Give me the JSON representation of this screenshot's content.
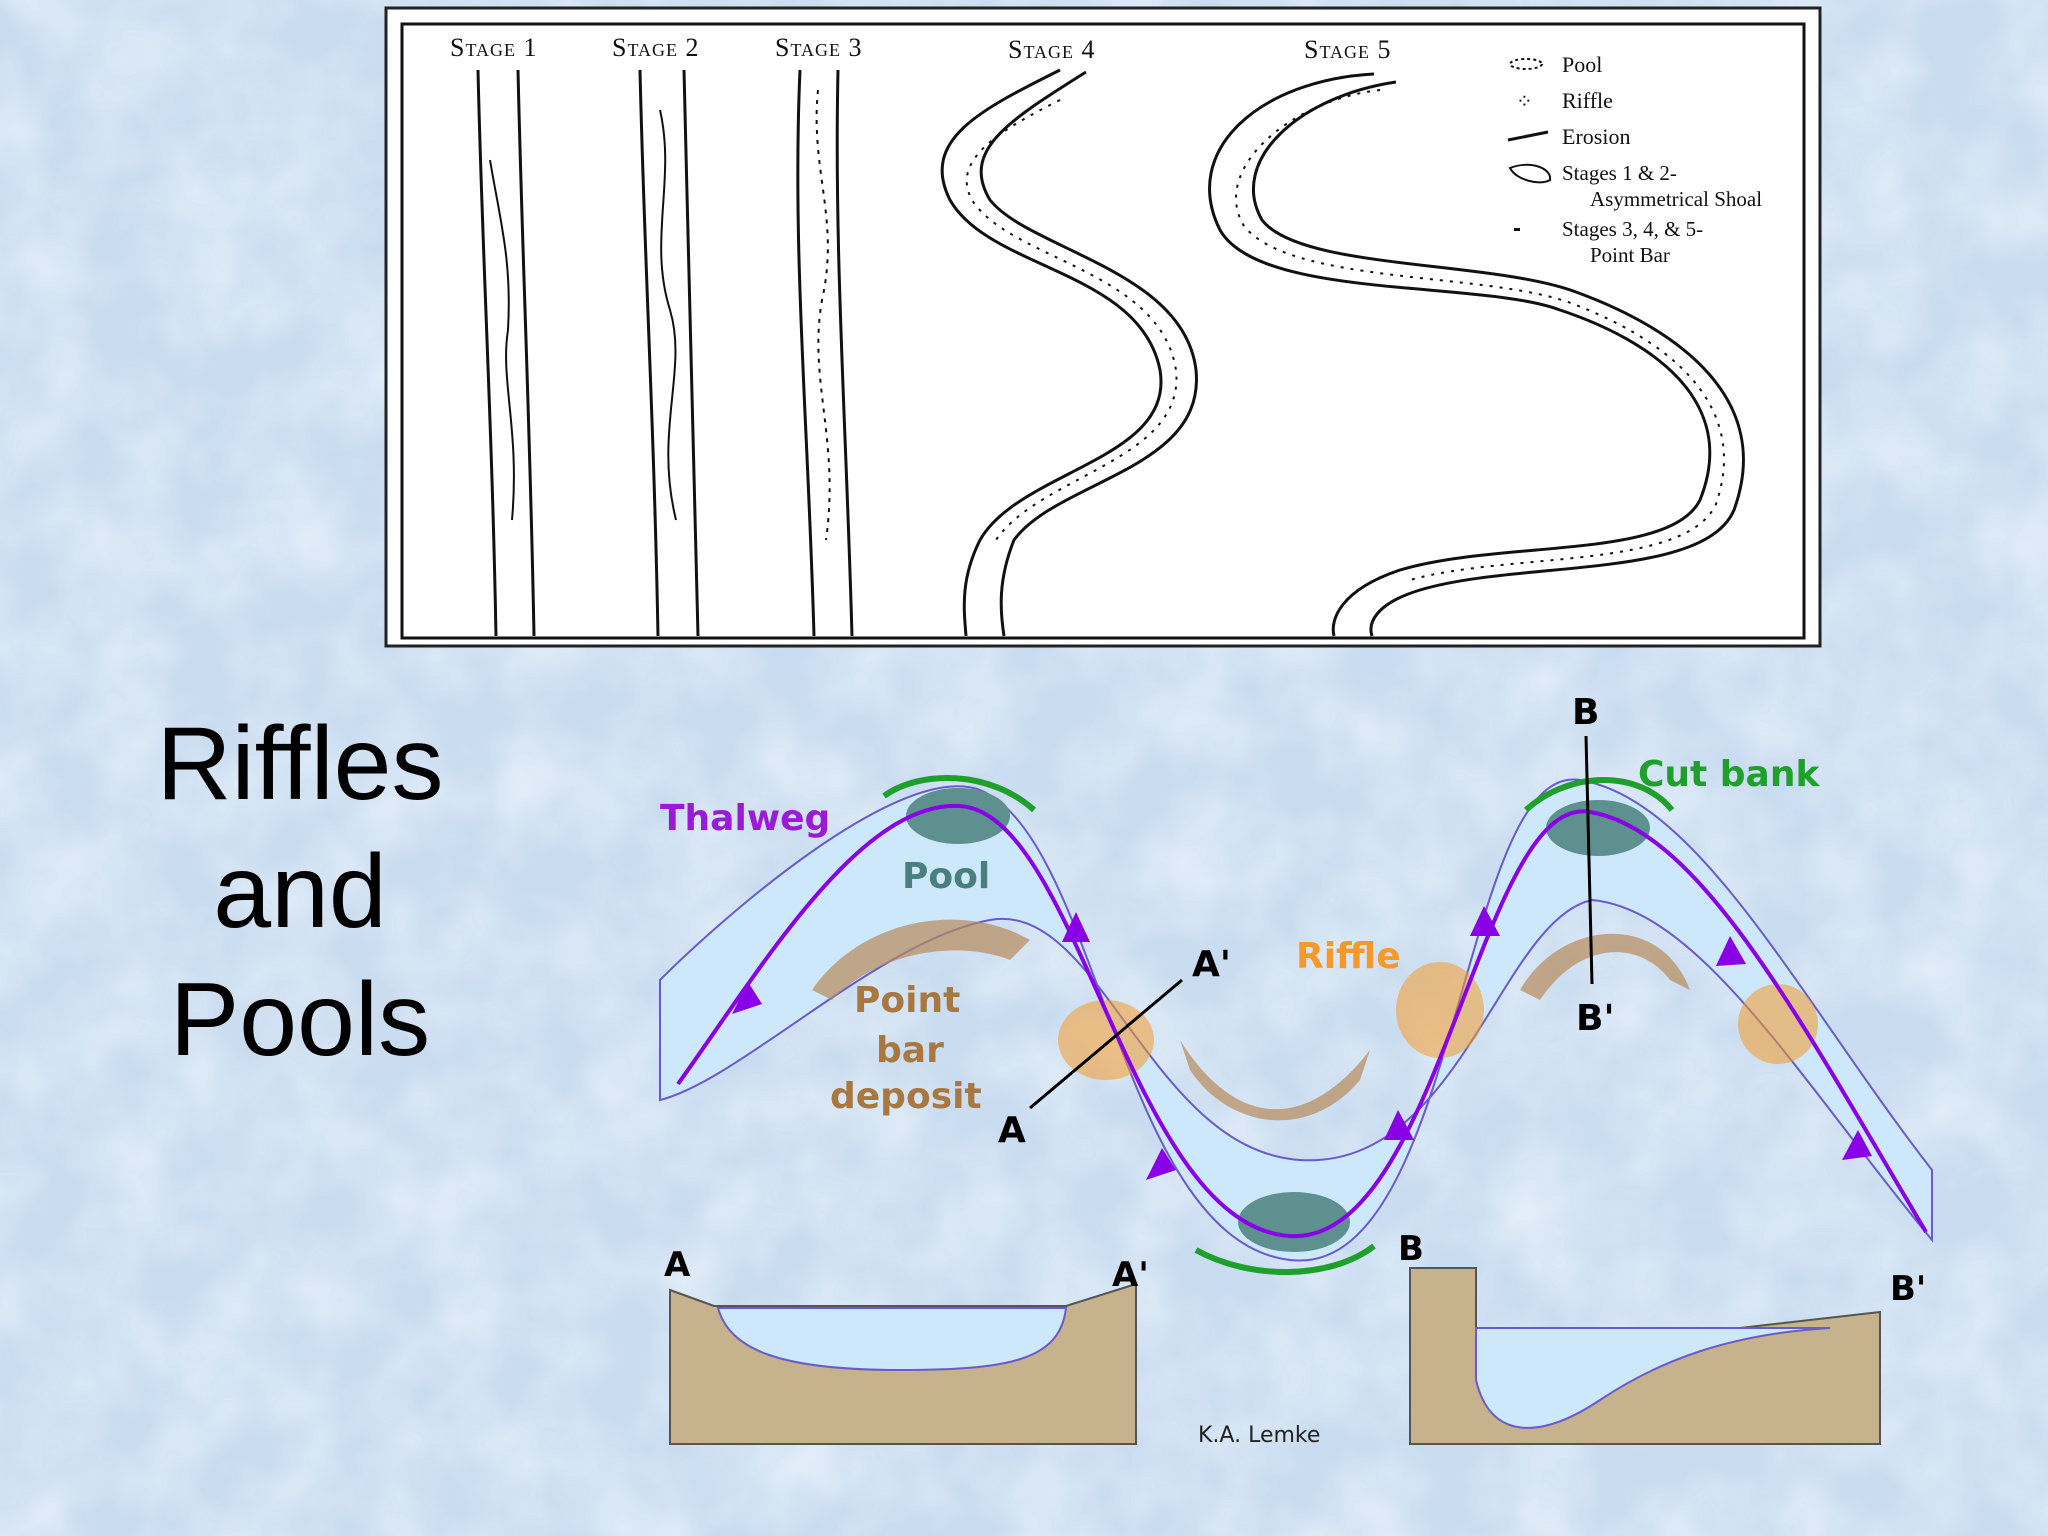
{
  "title": {
    "lines": [
      "Riffles",
      "and",
      "Pools"
    ]
  },
  "stages_figure": {
    "stage_labels": [
      "Stage 1",
      "Stage 2",
      "Stage 3",
      "Stage 4",
      "Stage 5"
    ],
    "legend": {
      "pool": "Pool",
      "riffle": "Riffle",
      "erosion": "Erosion",
      "shoal_line1": "Stages 1 & 2-",
      "shoal_line2": "Asymmetrical Shoal",
      "pointbar_line1": "Stages 3, 4, & 5-",
      "pointbar_line2": "Point Bar"
    }
  },
  "meander_diagram": {
    "labels": {
      "thalweg": "Thalweg",
      "pool": "Pool",
      "point_bar_1": "Point",
      "point_bar_2": "bar",
      "point_bar_3": "deposit",
      "riffle": "Riffle",
      "cut_bank": "Cut bank",
      "a": "A",
      "a_prime": "A'",
      "b": "B",
      "b_prime": "B'"
    },
    "cross_sections": {
      "aa_left": "A",
      "aa_right": "A'",
      "bb_left": "B",
      "bb_right": "B'"
    },
    "credit": "K.A. Lemke",
    "colors": {
      "water": "#cde7fb",
      "bank_line": "#6a5acd",
      "thalweg": "#8a00e6",
      "pool": "#5e9090",
      "cut_bank": "#1fa02a",
      "point_bar": "#b88a5a",
      "riffle": "#f59a2a",
      "ground": "#c6b28c",
      "label_thalweg": "#9a1bd6",
      "label_pool": "#4a7f7f",
      "label_point_bar": "#a87840",
      "label_riffle": "#f59a2a",
      "label_cut_bank": "#1fa02a"
    }
  }
}
